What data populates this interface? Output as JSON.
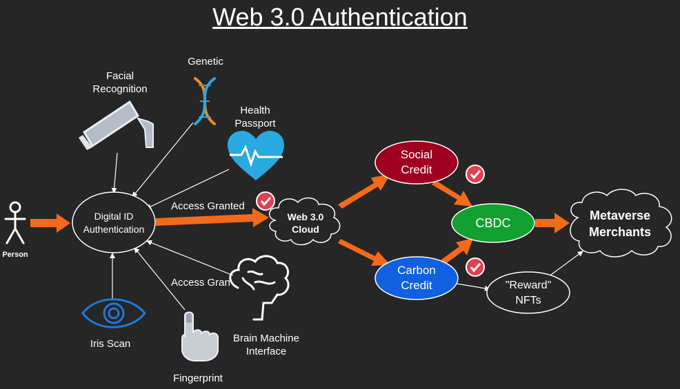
{
  "title": "Web 3.0 Authentication",
  "labels": {
    "person": "Person",
    "facial_recognition": "Facial Recognition",
    "genetic": "Genetic",
    "health_passport": "Health Passport",
    "iris_scan": "Iris Scan",
    "fingerprint": "Fingerprint",
    "brain_machine_interface": "Brain Machine Interface",
    "access_granted_top": "Access Granted",
    "access_granted_bottom": "Access Granted"
  },
  "nodes": {
    "digital_id": [
      "Digital ID",
      "Authentication"
    ],
    "web3_cloud": [
      "Web 3.0",
      "Cloud"
    ],
    "social_credit": [
      "Social",
      "Credit"
    ],
    "carbon_credit": [
      "Carbon",
      "Credit"
    ],
    "cbdc": "CBDC",
    "reward_nfts": [
      "\"Reward\"",
      "NFTs"
    ],
    "metaverse": [
      "Metaverse",
      "Merchants"
    ]
  },
  "colors": {
    "background": "#262626",
    "arrow_orange": "#f26a1b",
    "social_credit": "#a00020",
    "carbon_credit": "#1060e0",
    "cbdc": "#12a030",
    "check_badge": "#e04050",
    "icon_blue": "#2aa8e0"
  },
  "icons": [
    "person-icon",
    "security-camera-icon",
    "dna-icon",
    "heart-pulse-icon",
    "eye-icon",
    "fingerprint-hand-icon",
    "brain-icon",
    "check-badge-icon"
  ]
}
